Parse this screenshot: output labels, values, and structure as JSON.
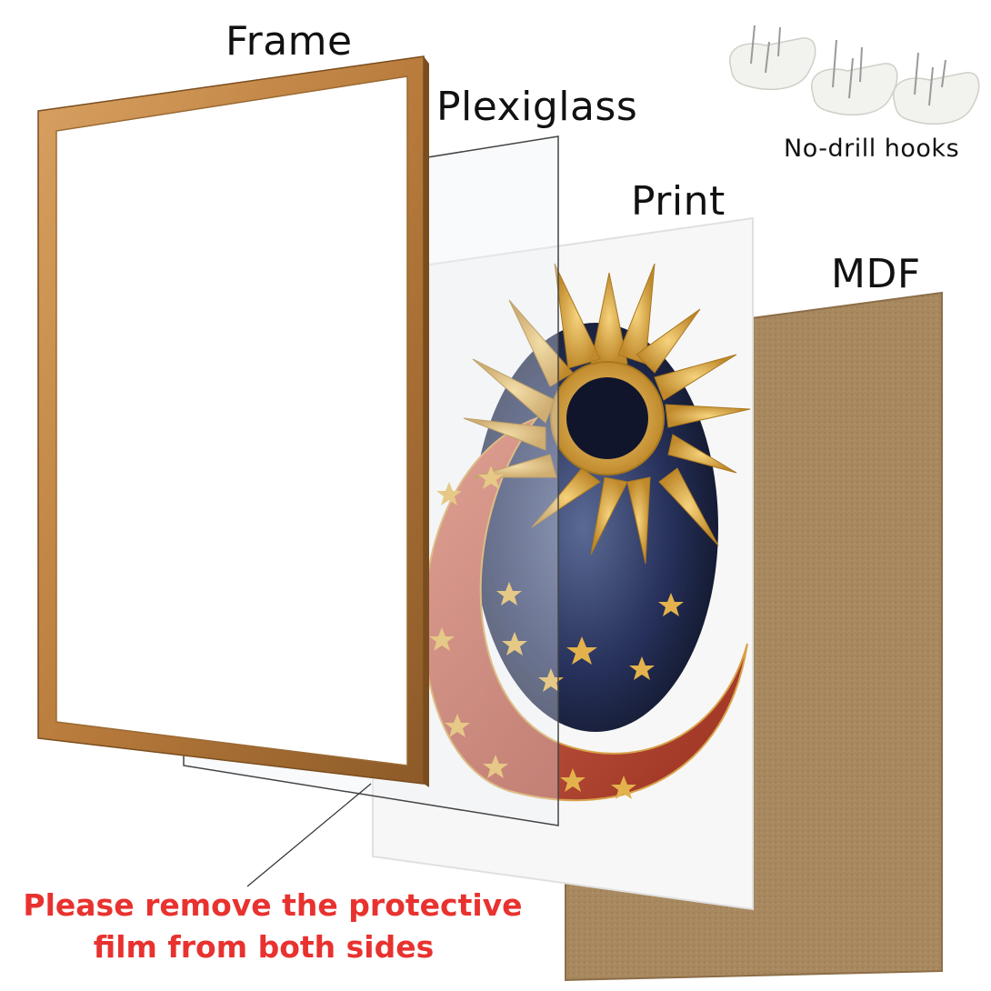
{
  "labels": {
    "frame": "Frame",
    "plexiglass": "Plexiglass",
    "print": "Print",
    "mdf": "MDF",
    "hooks": "No-drill hooks"
  },
  "warning": {
    "line1": "Please remove the protective",
    "line2": "film from both sides"
  },
  "colors": {
    "warning_text": "#e8322f",
    "frame_wood": "#c68a45",
    "mdf_board": "#a6865f",
    "moon_red": "#c9573c",
    "sun_gold": "#d9a23c",
    "night_blue": "#1d2440"
  }
}
